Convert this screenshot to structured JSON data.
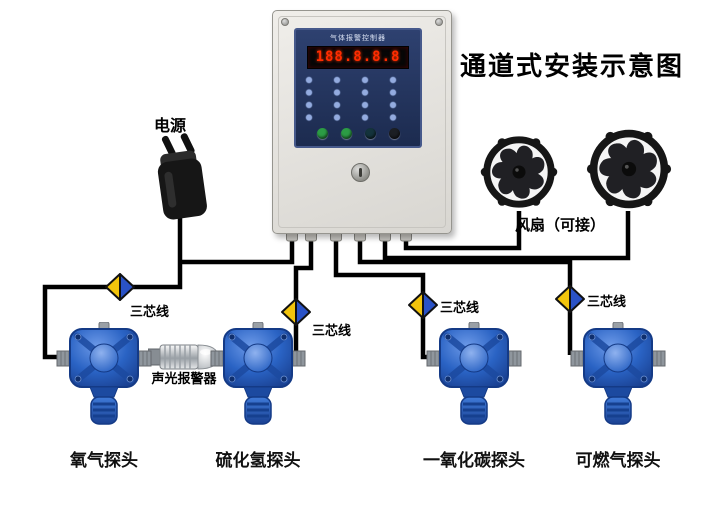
{
  "title": "通道式安装示意图",
  "controller": {
    "panel_title": "气体报警控制器",
    "display_value": "188.8.8.8"
  },
  "power_label": "电源",
  "fans_label": "风扇（可接）",
  "wire_label": "三芯线",
  "alarm_label": "声光报警器",
  "detectors": [
    {
      "label": "氧气探头"
    },
    {
      "label": "硫化氢探头"
    },
    {
      "label": "一氧化碳探头"
    },
    {
      "label": "可燃气探头"
    }
  ],
  "colors": {
    "detector_blue": "#2a63c4",
    "panel_navy": "#22335c",
    "led_red": "#ff2c00",
    "diamond_yellow": "#f2c40c",
    "diamond_blue": "#2a52c6",
    "wire_black": "#000000"
  }
}
